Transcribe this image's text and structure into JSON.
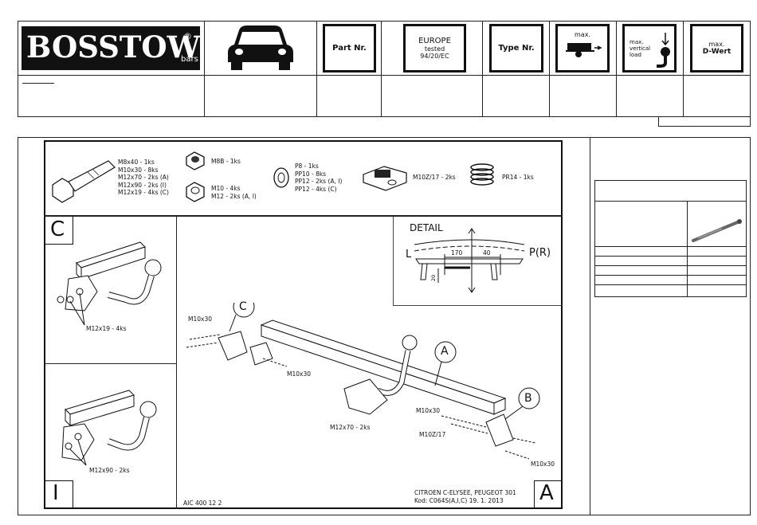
{
  "brand": {
    "name": "BOSSTOW",
    "registered": "®",
    "sub": "bars"
  },
  "header": {
    "part_nr": "Part Nr.",
    "europe": "EUROPE",
    "tested": "tested",
    "directive": "94/20/EC",
    "type_nr": "Type Nr.",
    "max": "max.",
    "max_vertical": "max.",
    "vertical": "vertical",
    "load": "load",
    "max_d": "max.",
    "d_wert": "D-Wert"
  },
  "parts": {
    "bolts": [
      "M8x40 - 1ks",
      "M10x30 - 8ks",
      "M12x70 - 2ks (A)",
      "M12x90 - 2ks (I)",
      "M12x19 - 4ks (C)"
    ],
    "nut_top": "M8B - 1ks",
    "nuts": [
      "M10 - 4ks",
      "M12 - 2ks (A, I)"
    ],
    "washers": [
      "P8 - 1ks",
      "PP10 - 8ks",
      "PP12 - 2ks (A, I)",
      "PP12 - 4ks (C)"
    ],
    "clip": "M10Z/17 - 2ks",
    "spring": "PR14 - 1ks"
  },
  "detail": {
    "title": "DETAIL",
    "left": "L",
    "right": "P(R)",
    "dim1": "170",
    "dim2": "40",
    "dim3": "20"
  },
  "panels": {
    "c_label": "C",
    "c_bolt": "M12x19 - 4ks",
    "i_label": "I",
    "i_bolt": "M12x90 - 2ks",
    "a_label": "A"
  },
  "main": {
    "callout_c": "C",
    "callout_a": "A",
    "callout_b": "B",
    "m10x30_a": "M10x30",
    "m10x30_b": "M10x30",
    "m12x70": "M12x70 - 2ks",
    "m10x30_c": "M10x30",
    "m10z17": "M10Z/17",
    "m10x30_d": "M10x30"
  },
  "footer": {
    "drawing_no": "AIC 400 12 2",
    "model": "CITROEN C-ELYSEE, PEUGEOT 301",
    "code": "Kod: C064S(A,I,C) 19. 1. 2013"
  }
}
